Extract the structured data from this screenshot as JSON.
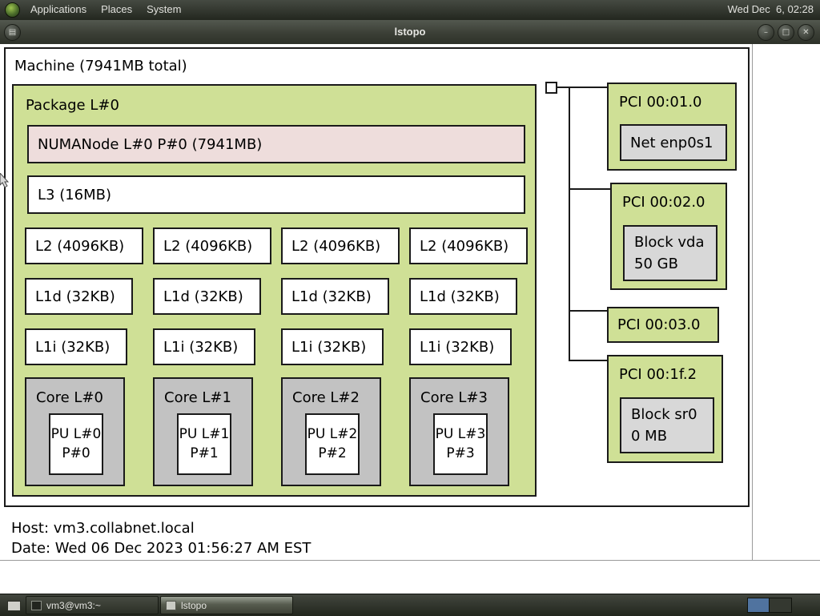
{
  "colors": {
    "box_green": "#cfe096",
    "box_pink": "#eedddc",
    "box_core_gray": "#c2c2c2",
    "box_device_gray": "#d8d8d8",
    "workspace_active": "#50739f"
  },
  "icons": {
    "window_menu": "▤",
    "minimize": "–",
    "maximize": "□",
    "close": "✕"
  },
  "top_panel": {
    "menus": [
      {
        "label": "Applications"
      },
      {
        "label": "Places"
      },
      {
        "label": "System"
      }
    ],
    "clock": "Wed Dec  6, 02:28"
  },
  "titlebar": {
    "title": "lstopo"
  },
  "topology": {
    "machine_label": "Machine (7941MB total)",
    "package": {
      "label": "Package L#0",
      "numanode_label": "NUMANode L#0 P#0 (7941MB)",
      "l3_label": "L3 (16MB)",
      "l2_labels": [
        "L2 (4096KB)",
        "L2 (4096KB)",
        "L2 (4096KB)",
        "L2 (4096KB)"
      ],
      "l1d_labels": [
        "L1d (32KB)",
        "L1d (32KB)",
        "L1d (32KB)",
        "L1d (32KB)"
      ],
      "l1i_labels": [
        "L1i (32KB)",
        "L1i (32KB)",
        "L1i (32KB)",
        "L1i (32KB)"
      ],
      "cores": [
        {
          "label": "Core L#0",
          "pu_line1": "PU L#0",
          "pu_line2": "P#0"
        },
        {
          "label": "Core L#1",
          "pu_line1": "PU L#1",
          "pu_line2": "P#1"
        },
        {
          "label": "Core L#2",
          "pu_line1": "PU L#2",
          "pu_line2": "P#2"
        },
        {
          "label": "Core L#3",
          "pu_line1": "PU L#3",
          "pu_line2": "P#3"
        }
      ]
    },
    "pci_devices": [
      {
        "label": "PCI 00:01.0",
        "device_line1": "Net enp0s1"
      },
      {
        "label": "PCI 00:02.0",
        "device_line1": "Block vda",
        "device_line2": "50 GB"
      },
      {
        "label": "PCI 00:03.0"
      },
      {
        "label": "PCI 00:1f.2",
        "device_line1": "Block sr0",
        "device_line2": "0 MB"
      }
    ],
    "legend": {
      "host_line": "Host: vm3.collabnet.local",
      "date_line": "Date: Wed 06 Dec 2023 01:56:27 AM EST"
    }
  },
  "taskbar": {
    "tasks": [
      {
        "label": "vm3@vm3:~"
      },
      {
        "label": "lstopo"
      }
    ]
  }
}
